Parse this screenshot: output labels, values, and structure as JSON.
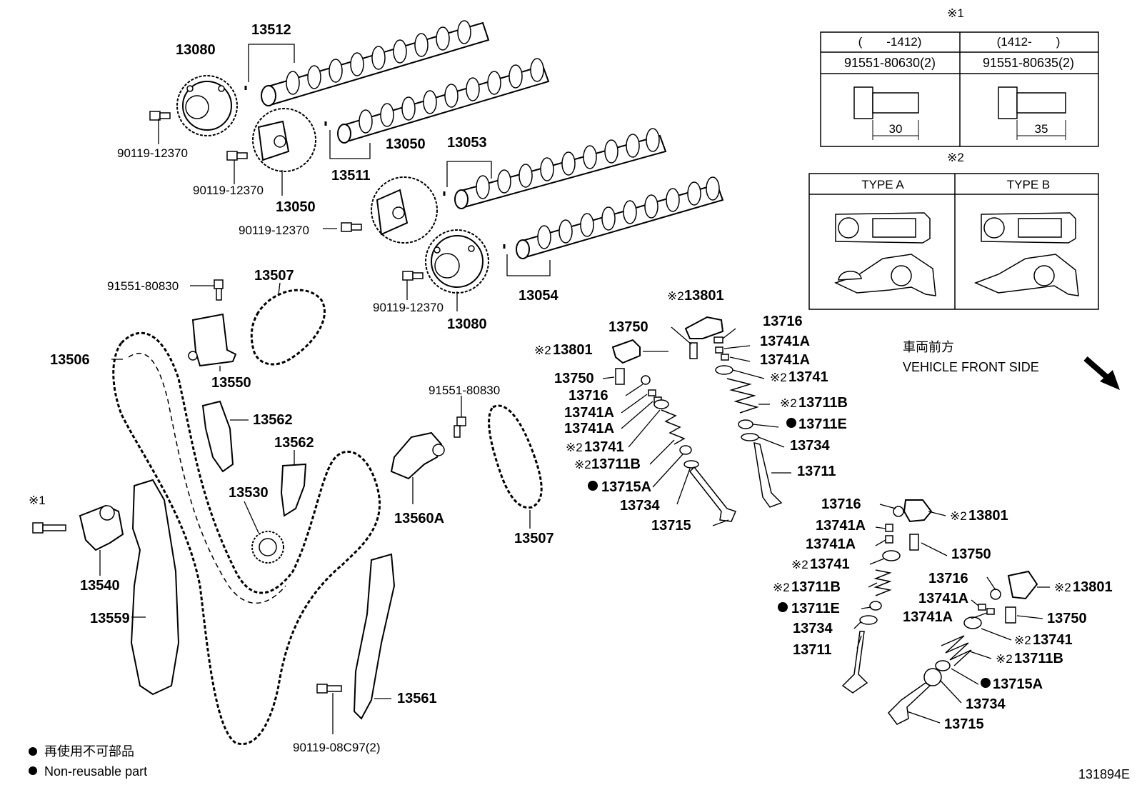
{
  "diagram_id": "131894E",
  "note_marks": {
    "n1": "※1",
    "n2": "※2"
  },
  "table1": {
    "col_left_range": "(　　-1412)",
    "col_right_range": "(1412-　　)",
    "col_left_part": "91551-80630(2)",
    "col_right_part": "91551-80635(2)",
    "col_left_dim": "30",
    "col_right_dim": "35"
  },
  "table2": {
    "type_a": "TYPE A",
    "type_b": "TYPE B"
  },
  "front": {
    "jp": "車両前方",
    "en": "VEHICLE FRONT SIDE"
  },
  "legend": {
    "jp": "再使用不可部品",
    "en": "Non-reusable part"
  },
  "labels": {
    "p13080a": "13080",
    "p13512": "13512",
    "p90119a": "90119-12370",
    "p90119b": "90119-12370",
    "p13050a": "13050",
    "p13511": "13511",
    "p13050b": "13050",
    "p13053": "13053",
    "p90119c": "90119-12370",
    "p13054": "13054",
    "p90119d": "90119-12370",
    "p13080b": "13080",
    "p91551a": "91551-80830",
    "p13507a": "13507",
    "p13506": "13506",
    "p13550": "13550",
    "p13562a": "13562",
    "p13562b": "13562",
    "p13530": "13530",
    "p13540": "13540",
    "p13559": "13559",
    "p91551b": "91551-80830",
    "p13560A": "13560A",
    "p13507b": "13507",
    "p13561": "13561",
    "p90119e": "90119-08C97(2)",
    "g1_13801": "13801",
    "g1_13750": "13750",
    "g1_13716": "13716",
    "g1_13741A1": "13741A",
    "g1_13741A2": "13741A",
    "g1_13741": "13741",
    "g1_13711B": "13711B",
    "g1_13715A": "13715A",
    "g1_13734": "13734",
    "g1_13715": "13715",
    "g2_13801": "13801",
    "g2_13750": "13750",
    "g2_13716": "13716",
    "g2_13741A1": "13741A",
    "g2_13741A2": "13741A",
    "g2_13741": "13741",
    "g2_13711B": "13711B",
    "g2_13711E": "13711E",
    "g2_13734": "13734",
    "g2_13711": "13711",
    "g3_13716": "13716",
    "g3_13741A1": "13741A",
    "g3_13741A2": "13741A",
    "g3_13741": "13741",
    "g3_13711B": "13711B",
    "g3_13711E": "13711E",
    "g3_13734": "13734",
    "g3_13711": "13711",
    "g3_13801": "13801",
    "g3_13750": "13750",
    "g4_13716": "13716",
    "g4_13741A1": "13741A",
    "g4_13741A2": "13741A",
    "g4_13801": "13801",
    "g4_13750": "13750",
    "g4_13741": "13741",
    "g4_13711B": "13711B",
    "g4_13715A": "13715A",
    "g4_13734": "13734",
    "g4_13715": "13715"
  }
}
